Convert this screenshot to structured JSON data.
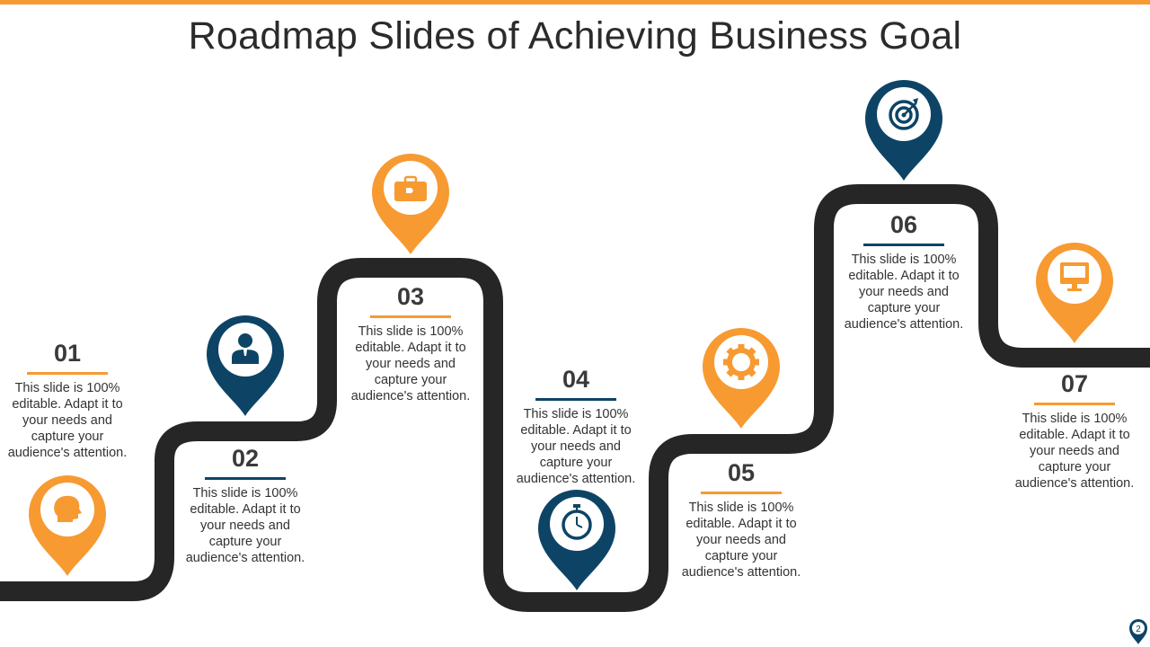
{
  "title": "Roadmap Slides of Achieving Business Goal",
  "colors": {
    "accent": "#f79a32",
    "primary": "#0d4466",
    "road": "#262626",
    "text": "#333333"
  },
  "steps": [
    {
      "number": "01",
      "text": "This slide is 100% editable. Adapt it to your needs and capture your audience's attention.",
      "icon": "head-icon",
      "color": "orange"
    },
    {
      "number": "02",
      "text": "This slide is 100% editable. Adapt it to your needs and capture your audience's attention.",
      "icon": "person-icon",
      "color": "navy"
    },
    {
      "number": "03",
      "text": "This slide is 100% editable. Adapt it to your needs and capture your audience's attention.",
      "icon": "briefcase-icon",
      "color": "orange"
    },
    {
      "number": "04",
      "text": "This slide is 100% editable. Adapt it to your needs and capture your audience's attention.",
      "icon": "stopwatch-icon",
      "color": "navy"
    },
    {
      "number": "05",
      "text": "This slide is 100% editable. Adapt it to your needs and capture your audience's attention.",
      "icon": "gear-icon",
      "color": "orange"
    },
    {
      "number": "06",
      "text": "This slide is 100% editable. Adapt it to your needs and capture your audience's attention.",
      "icon": "target-icon",
      "color": "navy"
    },
    {
      "number": "07",
      "text": "This slide is 100% editable. Adapt it to your needs and capture your audience's attention.",
      "icon": "monitor-icon",
      "color": "orange"
    }
  ],
  "page_number": "2"
}
